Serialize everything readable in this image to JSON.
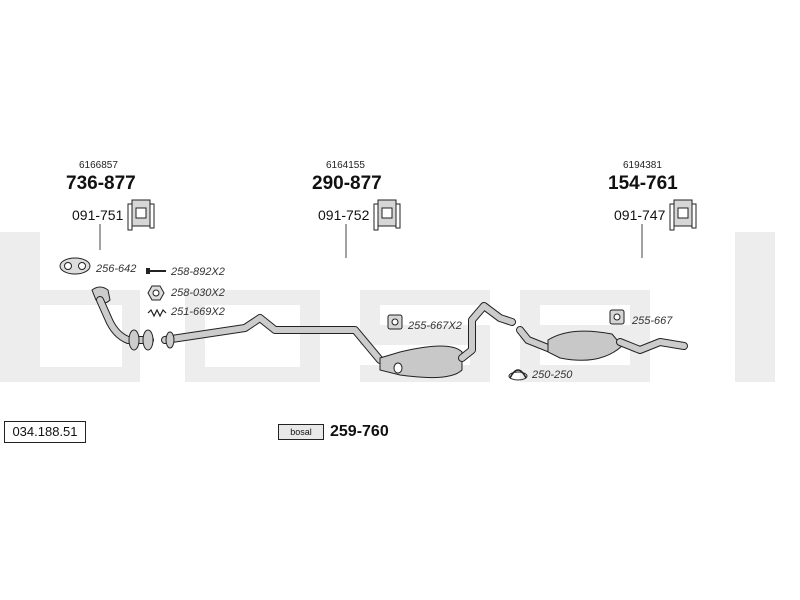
{
  "reference_number": "034.188.51",
  "background_brand": "bosal",
  "top_parts": [
    {
      "oe_number": "6166857",
      "part_number": "736-877",
      "mount_number": "091-751"
    },
    {
      "oe_number": "6164155",
      "part_number": "290-877",
      "mount_number": "091-752"
    },
    {
      "oe_number": "6194381",
      "part_number": "154-761",
      "mount_number": "091-747"
    }
  ],
  "small_parts": {
    "gasket": "256-642",
    "bolt": "258-892X2",
    "nut": "258-030X2",
    "spring": "251-669X2",
    "mid_rubber": "255-667X2",
    "rear_rubber": "255-667",
    "clamp": "250-250"
  },
  "kit": {
    "logo_text": "bosal",
    "number": "259-760"
  },
  "colors": {
    "line": "#222222",
    "part_fill": "#c8c8c8",
    "watermark": "#ececec"
  }
}
